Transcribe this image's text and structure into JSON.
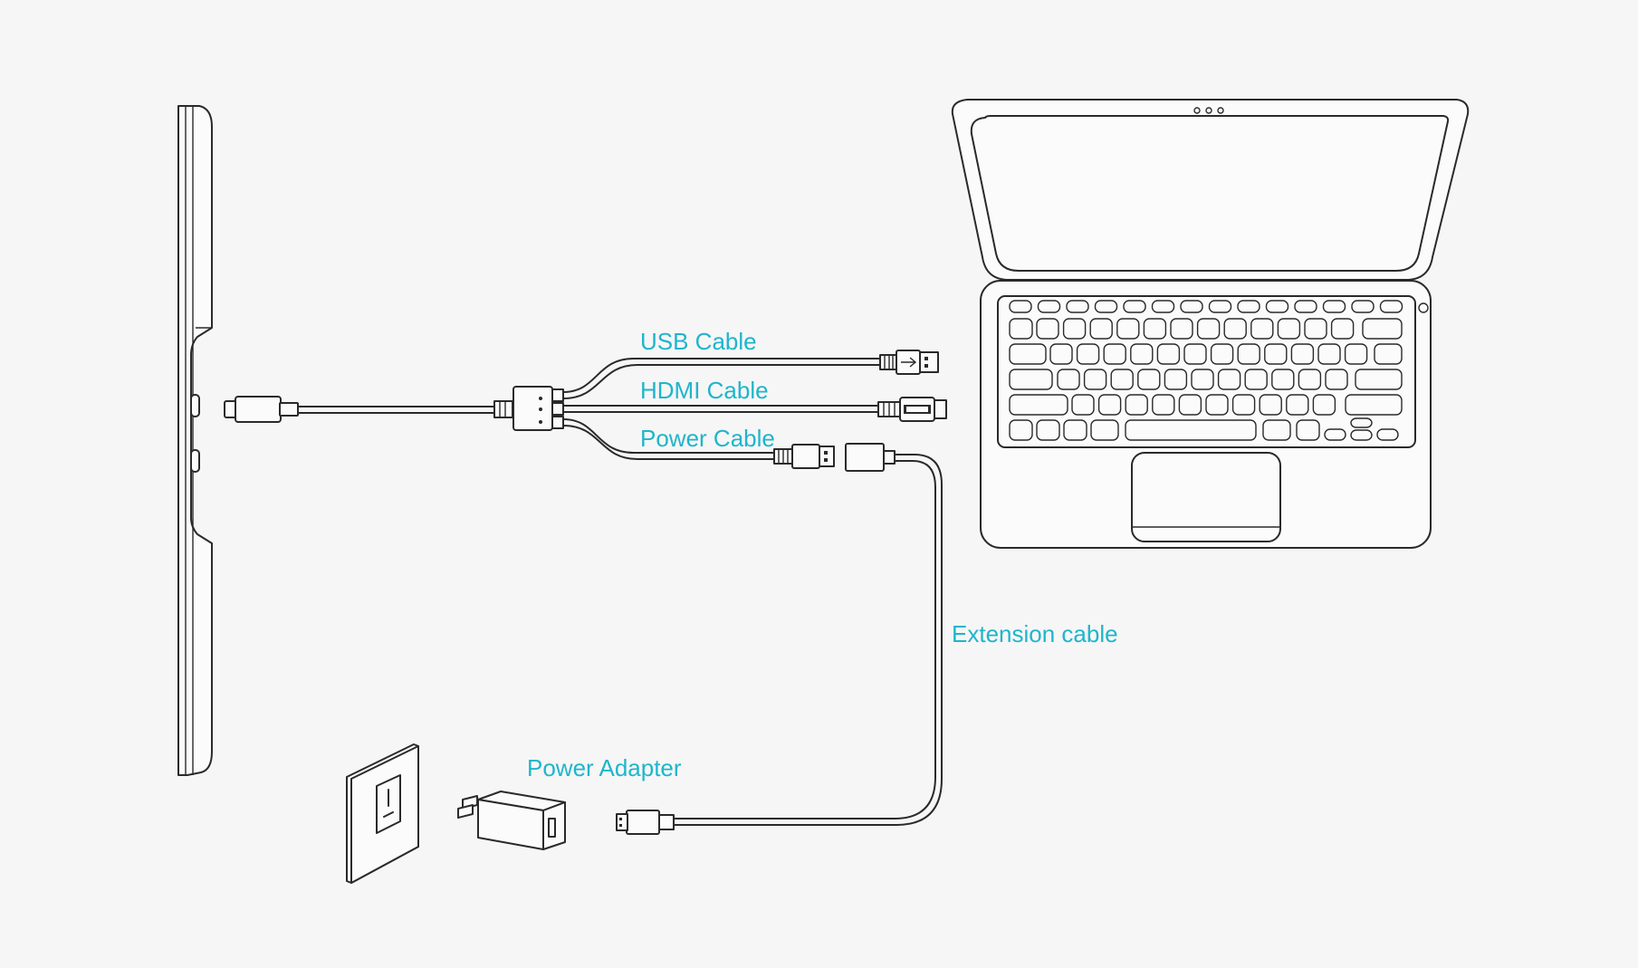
{
  "labels": {
    "usb_cable": "USB Cable",
    "hdmi_cable": "HDMI Cable",
    "power_cable": "Power Cable",
    "extension_cable": "Extension cable",
    "power_adapter": "Power Adapter"
  },
  "colors": {
    "label": "#1fb5cc",
    "line": "#2a2a2a",
    "background": "#f6f6f6"
  },
  "components": [
    "pen-display-side",
    "three-in-one-cable",
    "laptop",
    "extension-cable",
    "power-adapter",
    "wall-socket"
  ],
  "icons": [
    "pen-display-icon",
    "laptop-icon",
    "power-adapter-icon",
    "wall-socket-icon",
    "usb-plug-icon",
    "hdmi-plug-icon",
    "usb-c-plug-icon"
  ]
}
